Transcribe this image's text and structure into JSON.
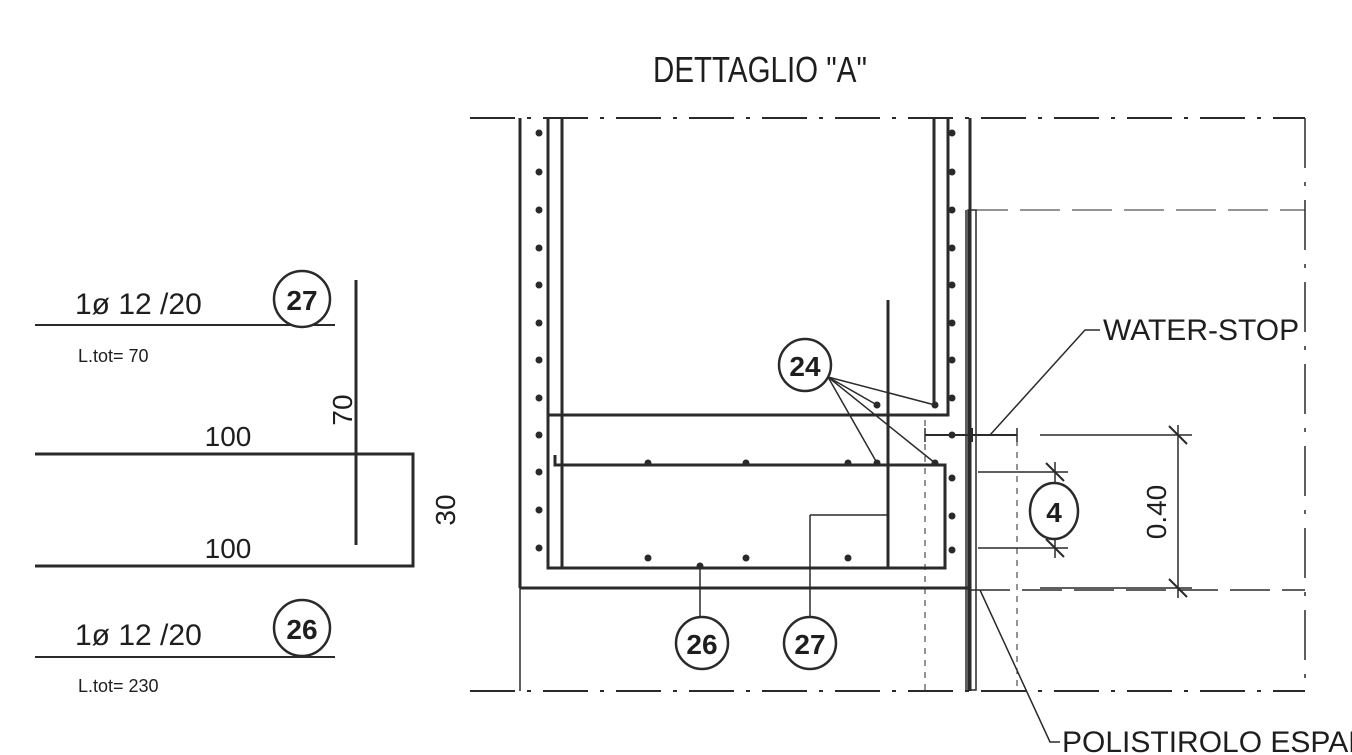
{
  "title": "DETTAGLIO \"A\"",
  "bar_27": {
    "mark": "27",
    "spec": "1ø 12 /20",
    "length_label": "L.tot=  70",
    "dim_vertical": "70",
    "dim_horizontal": "100"
  },
  "bar_26": {
    "mark": "26",
    "spec": "1ø 12 /20",
    "length_label": "L.tot=  230",
    "dim_horizontal": "100",
    "dim_vertical": "30"
  },
  "detail": {
    "callout_24": "24",
    "callout_26": "26",
    "callout_27": "27",
    "callout_4": "4",
    "dim_height": "0.40",
    "water_stop_label": "WATER-STOP",
    "polystyrene_label": "POLISTIROLO  ESPANSO"
  },
  "colors": {
    "ink": "#2a2a2a",
    "background": "#ffffff"
  }
}
